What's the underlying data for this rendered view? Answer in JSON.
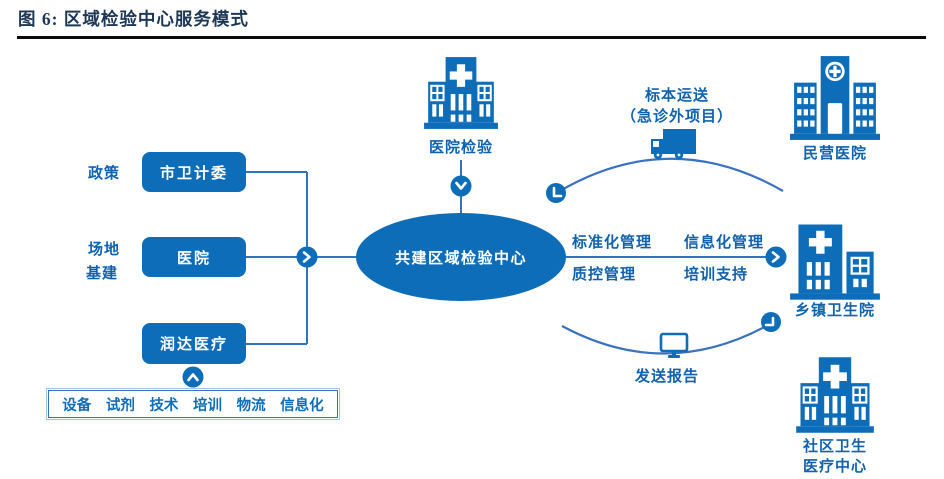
{
  "title": "图 6: 区域检验中心服务模式",
  "colors": {
    "primary": "#0E6DB8",
    "connector": "#2E74C0",
    "arc": "#3A71C1",
    "title_text": "#1F3756",
    "label_text": "#0F62AE",
    "rule": "#0A0A0A"
  },
  "left": {
    "annotations": [
      "政策",
      "场地",
      "基建"
    ],
    "boxes": [
      "市卫计委",
      "医院",
      "润达医疗"
    ],
    "chips": [
      "设备",
      "试剂",
      "技术",
      "培训",
      "物流",
      "信息化"
    ]
  },
  "center": {
    "label": "共建区域检验中心"
  },
  "top_node": {
    "label": "医院检验"
  },
  "flows": {
    "specimen": {
      "line1": "标本运送",
      "line2": "（急诊外项目）",
      "icon": "truck-icon"
    },
    "management": {
      "top_left": "标准化管理",
      "top_right": "信息化管理",
      "bottom_left": "质控管理",
      "bottom_right": "培训支持"
    },
    "report": {
      "label": "发送报告",
      "icon": "monitor-icon"
    }
  },
  "right": {
    "hospitals": [
      {
        "label": "民营医院"
      },
      {
        "label": "乡镇卫生院"
      },
      {
        "label": "社区卫生",
        "label2": "医疗中心"
      }
    ]
  }
}
